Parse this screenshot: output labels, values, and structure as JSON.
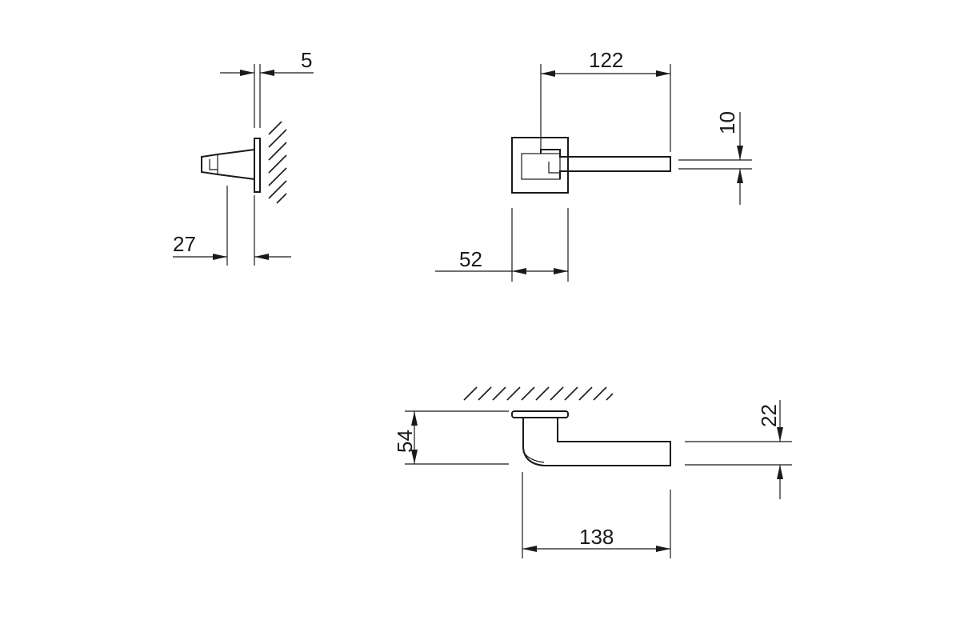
{
  "dimensions": {
    "side_plate_thickness": "5",
    "side_projection": "27",
    "lever_length_front": "122",
    "lever_thickness": "10",
    "rose_width": "52",
    "top_projection": "54",
    "lever_width": "22",
    "lever_length_top": "138"
  },
  "colors": {
    "line": "#1a1a1a",
    "background": "#ffffff"
  }
}
